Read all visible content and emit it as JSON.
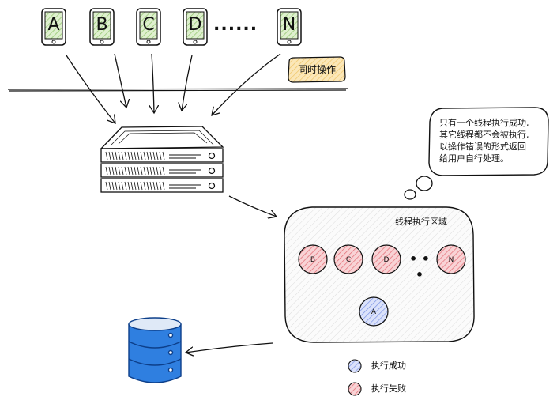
{
  "phones": [
    {
      "letter": "A",
      "color": "#c9e7b4"
    },
    {
      "letter": "B",
      "color": "#c9e7b4"
    },
    {
      "letter": "C",
      "color": "#c9e7b4"
    },
    {
      "letter": "D",
      "color": "#c9e7b4"
    },
    {
      "letter": "N",
      "color": "#c9e7b4"
    }
  ],
  "phone_gap": "......",
  "simultaneous_note": "同时操作",
  "thought_bubble_lines": [
    "只有一个线程执行成功,",
    "其它线程都不会被执行,",
    "以操作错误的形式返回",
    "给用户自行处理。"
  ],
  "execution_area": {
    "title": "线程执行区域",
    "failed_threads": [
      "B",
      "C",
      "D",
      "N"
    ],
    "failed_gap": "• • •",
    "success_thread": "A"
  },
  "legend": {
    "success_label": "执行成功",
    "fail_label": "执行失败",
    "success_color": "#9bb0ee",
    "fail_color": "#f2a0a5"
  }
}
